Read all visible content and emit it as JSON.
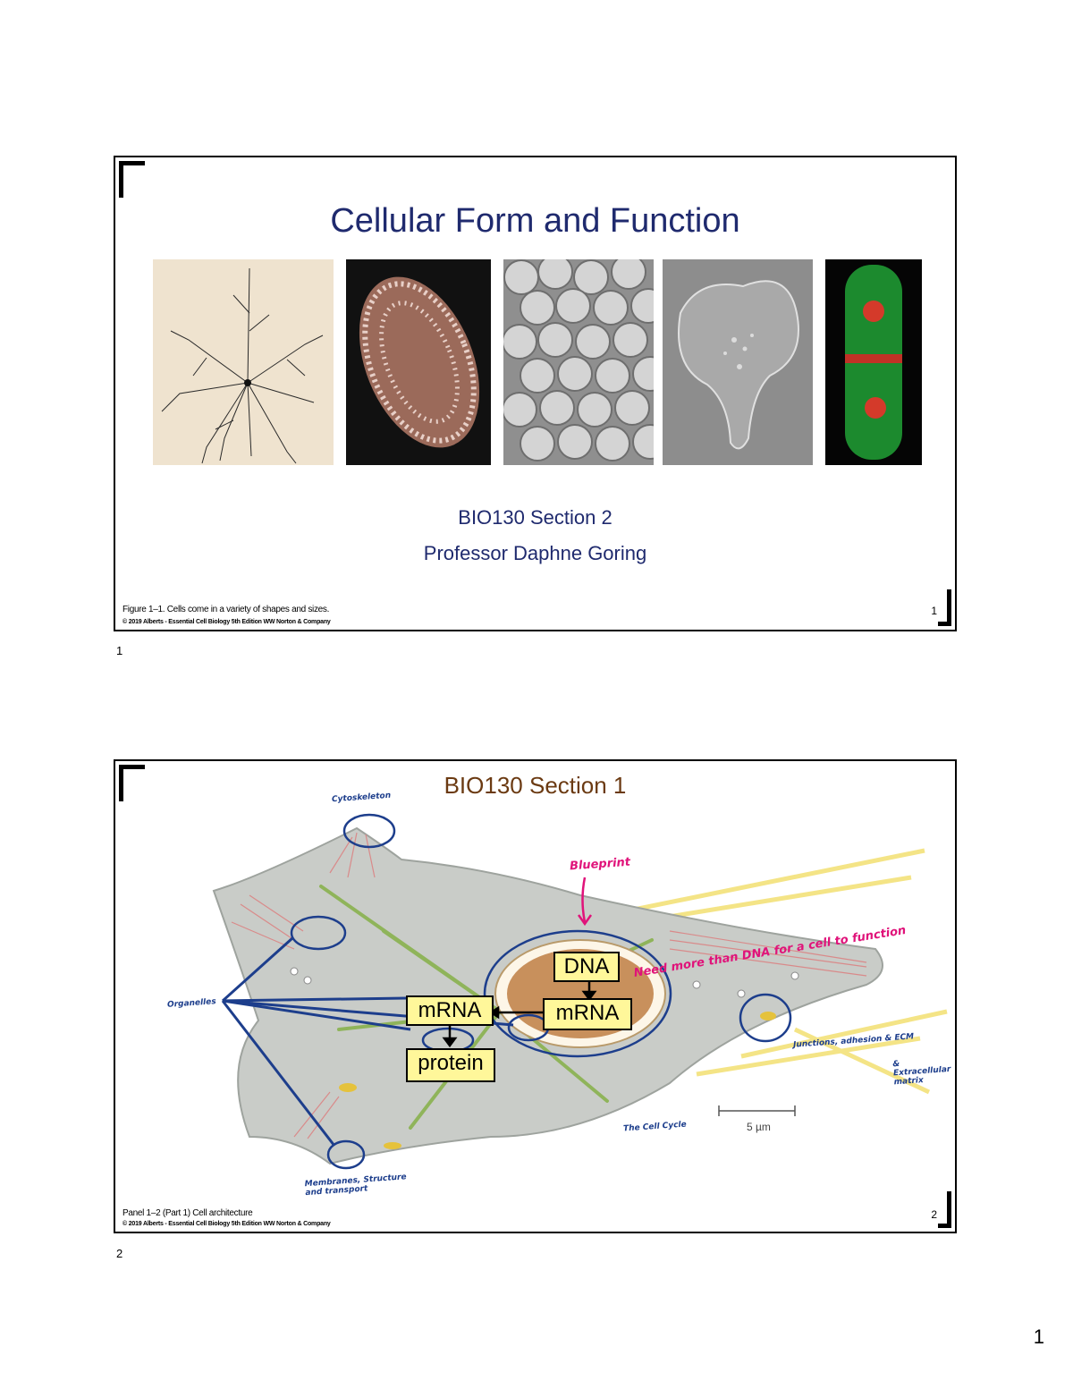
{
  "slide1": {
    "title": "Cellular Form and Function",
    "subtitle_line1": "BIO130 Section 2",
    "subtitle_line2": "Professor Daphne Goring",
    "caption": "Figure 1–1. Cells come in a variety of shapes and sizes.",
    "copyright": "© 2019 Alberts - Essential Cell Biology 5th Edition WW Norton & Company",
    "slide_number": "1",
    "page_label": "1"
  },
  "slide2": {
    "title": "BIO130 Section 1",
    "boxes": {
      "dna": "DNA",
      "mrna_nucleus": "mRNA",
      "mrna_cytoplasm": "mRNA",
      "protein": "protein"
    },
    "scale_label": "5 µm",
    "annotations": {
      "cytoskeleton": "Cytoskeleton",
      "organelles": "Organelles",
      "blueprint": "Blueprint",
      "need_more": "Need more than DNA for a cell to function",
      "junctions": "Junctions, adhesion & ECM",
      "extracellular": "& Extracellular matrix",
      "cell_cycle": "The Cell Cycle",
      "membranes": "Membranes, Structure and transport"
    },
    "caption": "Panel 1–2 (Part 1) Cell architecture",
    "copyright": "© 2019 Alberts - Essential Cell Biology 5th Edition WW Norton & Company",
    "slide_number": "2",
    "page_label": "2"
  },
  "page_number": "1",
  "colors": {
    "title_blue": "#1f2a6e",
    "title_brown": "#6b3a12",
    "box_yellow": "#fff79a",
    "ink_blue": "#1d3e8c",
    "ink_pink": "#e0137a"
  },
  "thumbnails": [
    "neuron-drawing",
    "ciliated-protist",
    "epithelial-cells",
    "amoeboid-cell",
    "dividing-yeast-cell"
  ]
}
